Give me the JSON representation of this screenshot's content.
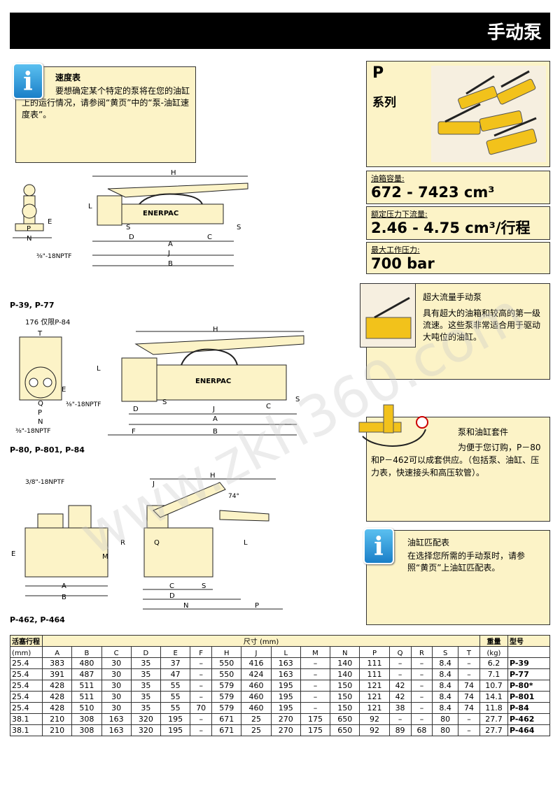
{
  "header": {
    "title": "手动泵"
  },
  "info1": {
    "title": "速度表",
    "text": "要想确定某个特定的泵将在您的油缸上的运行情况，请参阅“黄页”中的“泵-油缸速度表”。",
    "icon": "info-icon"
  },
  "series": {
    "letter": "P",
    "label": "系列"
  },
  "specs": [
    {
      "label": "油箱容量:",
      "value": "672 - 7423 cm³"
    },
    {
      "label": "额定压力下流量:",
      "value": "2.46 - 4.75 cm³/行程"
    },
    {
      "label": "最大工作压力:",
      "value": "700 bar"
    }
  ],
  "super_flow": {
    "title": "超大流量手动泵",
    "text": "具有超大的油箱和较高的第一级流速。这些泵非常适合用于驱动大吨位的油缸。"
  },
  "kit": {
    "title": "泵和油缸套件",
    "text": "为便于您订购，P－80和P－462可以成套供应。（包括泵、油缸、压力表，快速接头和高压软管）。"
  },
  "info2": {
    "title": "油缸匹配表",
    "text": "在选择您所需的手动泵时，请参照“黄页”上油缸匹配表。"
  },
  "drawings": {
    "d1_captions": [
      "H",
      "L",
      "P",
      "N",
      "E",
      "S",
      "S",
      "D",
      "C",
      "A",
      "J",
      "B",
      "⅜\"-18NPTF"
    ],
    "d2_title": "P-39, P-77",
    "d2_captions": [
      "176 仅限P-84",
      "T",
      "H",
      "L",
      "E",
      "Q",
      "P",
      "N",
      "⅜\"-18NPTF",
      "⅜\"-18NPTF",
      "S",
      "S",
      "D",
      "C",
      "J",
      "A",
      "F",
      "B"
    ],
    "d3_title": "P-80, P-801, P-84",
    "d3_captions": [
      "3/8\"-18NPTF",
      "H",
      "J",
      "74°",
      "E",
      "M",
      "R",
      "Q",
      "L",
      "A",
      "B",
      "C",
      "S",
      "D",
      "N",
      "P"
    ],
    "d4_title": "P-462, P-464",
    "brand": "ENERPAC"
  },
  "table": {
    "col_stroke": "活塞行程",
    "col_dims": "尺寸 (mm)",
    "col_weight": "重量",
    "col_model": "型号",
    "unit_stroke": "(mm)",
    "unit_weight": "(kg)",
    "letters": [
      "A",
      "B",
      "C",
      "D",
      "E",
      "F",
      "H",
      "J",
      "L",
      "M",
      "N",
      "P",
      "Q",
      "R",
      "S",
      "T"
    ],
    "rows": [
      [
        "25.4",
        "383",
        "480",
        "30",
        "35",
        "37",
        "–",
        "550",
        "416",
        "163",
        "–",
        "140",
        "111",
        "–",
        "–",
        "8.4",
        "–",
        "6.2",
        "P-39"
      ],
      [
        "25.4",
        "391",
        "487",
        "30",
        "35",
        "47",
        "–",
        "550",
        "424",
        "163",
        "–",
        "140",
        "111",
        "–",
        "–",
        "8.4",
        "–",
        "7.1",
        "P-77"
      ],
      [
        "25.4",
        "428",
        "511",
        "30",
        "35",
        "55",
        "–",
        "579",
        "460",
        "195",
        "–",
        "150",
        "121",
        "42",
        "–",
        "8.4",
        "74",
        "10.7",
        "P-80*"
      ],
      [
        "25.4",
        "428",
        "511",
        "30",
        "35",
        "55",
        "–",
        "579",
        "460",
        "195",
        "–",
        "150",
        "121",
        "42",
        "–",
        "8.4",
        "74",
        "14.1",
        "P-801"
      ],
      [
        "25.4",
        "428",
        "510",
        "30",
        "35",
        "55",
        "70",
        "579",
        "460",
        "195",
        "–",
        "150",
        "121",
        "38",
        "–",
        "8.4",
        "74",
        "11.8",
        "P-84"
      ],
      [
        "38.1",
        "210",
        "308",
        "163",
        "320",
        "195",
        "–",
        "671",
        "25",
        "270",
        "175",
        "650",
        "92",
        "–",
        "–",
        "80",
        "–",
        "27.7",
        "P-462"
      ],
      [
        "38.1",
        "210",
        "308",
        "163",
        "320",
        "195",
        "–",
        "671",
        "25",
        "270",
        "175",
        "650",
        "92",
        "89",
        "68",
        "80",
        "–",
        "27.7",
        "P-464"
      ]
    ]
  },
  "watermark": "www.zkh360.com"
}
